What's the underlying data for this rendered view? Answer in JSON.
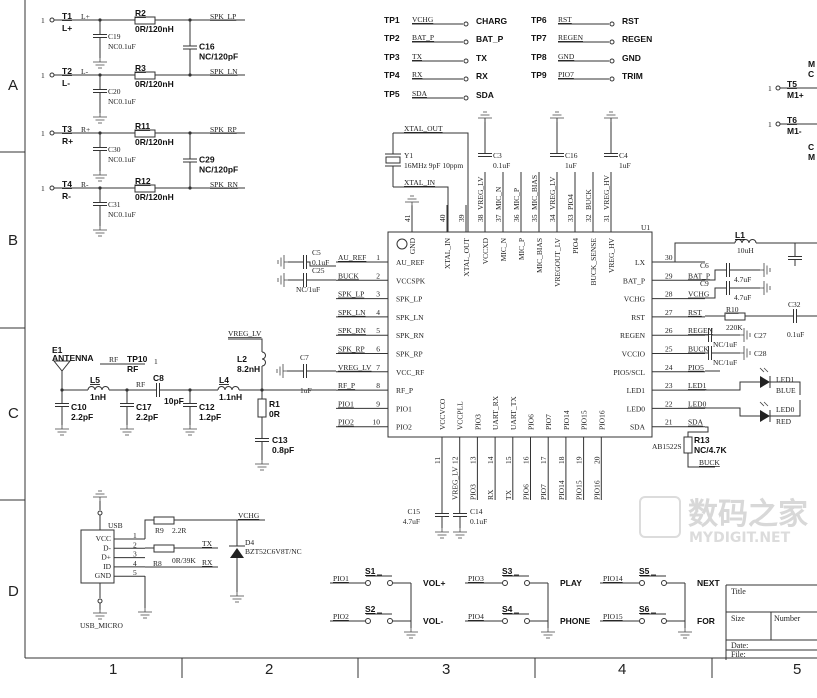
{
  "frame": {
    "rows": [
      "A",
      "B",
      "C",
      "D"
    ],
    "cols": [
      "1",
      "2",
      "3",
      "4",
      "5"
    ]
  },
  "speaker_outputs": [
    {
      "pin": "1",
      "tp": "T1",
      "label": "L+",
      "net": "L+",
      "res": "R2",
      "res_val": "0R/120nH",
      "out": "SPK_LP",
      "cap": "C19",
      "cap_val": "NC0.1uF"
    },
    {
      "pin": "1",
      "tp": "T2",
      "label": "L-",
      "net": "L-",
      "res": "R3",
      "res_val": "0R/120nH",
      "out": "SPK_LN",
      "cap": "C20",
      "cap_val": "NC0.1uF"
    },
    {
      "pin": "1",
      "tp": "T3",
      "label": "R+",
      "net": "R+",
      "res": "R11",
      "res_val": "0R/120nH",
      "out": "SPK_RP",
      "cap": "C30",
      "cap_val": "NC0.1uF"
    },
    {
      "pin": "1",
      "tp": "T4",
      "label": "R-",
      "net": "R-",
      "res": "R12",
      "res_val": "0R/120nH",
      "out": "SPK_RN",
      "cap": "C31",
      "cap_val": "NC0.1uF"
    }
  ],
  "speaker_caps": [
    {
      "ref": "C16",
      "val": "NC/120pF"
    },
    {
      "ref": "C29",
      "val": "NC/120pF"
    }
  ],
  "test_points": [
    {
      "ref": "TP1",
      "net": "VCHG",
      "label": "CHARG"
    },
    {
      "ref": "TP2",
      "net": "BAT_P",
      "label": "BAT_P"
    },
    {
      "ref": "TP3",
      "net": "TX",
      "label": "TX"
    },
    {
      "ref": "TP4",
      "net": "RX",
      "label": "RX"
    },
    {
      "ref": "TP5",
      "net": "SDA",
      "label": "SDA"
    },
    {
      "ref": "TP6",
      "net": "RST",
      "label": "RST"
    },
    {
      "ref": "TP7",
      "net": "REGEN",
      "label": "REGEN"
    },
    {
      "ref": "TP8",
      "net": "GND",
      "label": "GND"
    },
    {
      "ref": "TP9",
      "net": "PIO7",
      "label": "TRIM"
    }
  ],
  "motor_terms": [
    {
      "pin": "1",
      "ref": "T5",
      "label": "M1+"
    },
    {
      "pin": "1",
      "ref": "T6",
      "label": "M1-"
    }
  ],
  "clipped_labels": [
    "M",
    "C",
    "C",
    "M"
  ],
  "crystal": {
    "ref": "Y1",
    "val": "16MHz 9pF 10ppm",
    "net_out": "XTAL_OUT",
    "net_in": "XTAL_IN"
  },
  "top_caps": [
    {
      "ref": "C3",
      "val": "0.1uF"
    },
    {
      "ref": "C16",
      "val": "1uF"
    },
    {
      "ref": "C4",
      "val": "1uF"
    }
  ],
  "u1": {
    "ref": "U1",
    "part": "AB1522S",
    "left_pins": [
      {
        "num": "1",
        "net": "AU_REF",
        "name": "AU_REF"
      },
      {
        "num": "2",
        "net": "BUCK",
        "name": "VCCSPK"
      },
      {
        "num": "3",
        "net": "SPK_LP",
        "name": "SPK_LP"
      },
      {
        "num": "4",
        "net": "SPK_LN",
        "name": "SPK_LN"
      },
      {
        "num": "5",
        "net": "SPK_RN",
        "name": "SPK_RN"
      },
      {
        "num": "6",
        "net": "SPK_RP",
        "name": "SPK_RP"
      },
      {
        "num": "7",
        "net": "VREG_LV",
        "name": "VCC_RF"
      },
      {
        "num": "8",
        "net": "RF_P",
        "name": "RF_P"
      },
      {
        "num": "9",
        "net": "PIO1",
        "name": "PIO1"
      },
      {
        "num": "10",
        "net": "PIO2",
        "name": "PIO2"
      }
    ],
    "right_pins": [
      {
        "num": "30",
        "net": "",
        "name": "LX"
      },
      {
        "num": "29",
        "net": "BAT_P",
        "name": "BAT_P"
      },
      {
        "num": "28",
        "net": "VCHG",
        "name": "VCHG"
      },
      {
        "num": "27",
        "net": "RST",
        "name": "RST"
      },
      {
        "num": "26",
        "net": "REGEN",
        "name": "REGEN"
      },
      {
        "num": "25",
        "net": "BUCK",
        "name": "VCCIO"
      },
      {
        "num": "24",
        "net": "PIO5",
        "name": "PIO5/SCL"
      },
      {
        "num": "23",
        "net": "LED1",
        "name": "LED1"
      },
      {
        "num": "22",
        "net": "LED0",
        "name": "LED0"
      },
      {
        "num": "21",
        "net": "SDA",
        "name": "SDA"
      }
    ],
    "top_pins": [
      {
        "num": "41",
        "net": "",
        "name": "GND"
      },
      {
        "num": "40",
        "net": "",
        "name": "XTAL_IN"
      },
      {
        "num": "39",
        "net": "",
        "name": "XTAL_OUT"
      },
      {
        "num": "38",
        "net": "VREG_LV",
        "name": "VCCXD"
      },
      {
        "num": "37",
        "net": "MIC_N",
        "name": "MIC_N"
      },
      {
        "num": "36",
        "net": "MIC_P",
        "name": "MIC_P"
      },
      {
        "num": "35",
        "net": "MIC_BIAS",
        "name": "MIC_BIAS"
      },
      {
        "num": "34",
        "net": "VREG_LV",
        "name": "VREGOUT_LV"
      },
      {
        "num": "33",
        "net": "PIO4",
        "name": "PIO4"
      },
      {
        "num": "32",
        "net": "BUCK",
        "name": "BUCK_SENSE"
      },
      {
        "num": "31",
        "net": "VREG_HV",
        "name": "VREG_HV"
      }
    ],
    "bottom_pins": [
      {
        "num": "11",
        "net": "",
        "name": "VCCVCO"
      },
      {
        "num": "12",
        "net": "VREG_LV",
        "name": "VCCPLL"
      },
      {
        "num": "13",
        "net": "PIO3",
        "name": "PIO3"
      },
      {
        "num": "14",
        "net": "RX",
        "name": "UART_RX"
      },
      {
        "num": "15",
        "net": "TX",
        "name": "UART_TX"
      },
      {
        "num": "16",
        "net": "PIO6",
        "name": "PIO6"
      },
      {
        "num": "17",
        "net": "PIO7",
        "name": "PIO7"
      },
      {
        "num": "18",
        "net": "PIO14",
        "name": "PIO14"
      },
      {
        "num": "19",
        "net": "PIO15",
        "name": "PIO15"
      },
      {
        "num": "20",
        "net": "PIO16",
        "name": "PIO16"
      }
    ]
  },
  "left_parts": {
    "c5": "C5",
    "c5_val": "0.1uF",
    "c25": "C25",
    "c25_val": "NC/1uF",
    "c7": "C7",
    "c7_val": "1uF",
    "vreg_lv": "VREG_LV",
    "l2": "L2",
    "l2_val": "8.2nH",
    "r1": "R1",
    "r1_val": "0R",
    "c13": "C13",
    "c13_val": "0.8pF"
  },
  "right_parts": {
    "l1": "L1",
    "l1_val": "10uH",
    "c6": "C6",
    "c6_val": "4.7uF",
    "c9": "C9",
    "c9_val": "4.7uF",
    "r10": "R10",
    "r10_val": "220K",
    "c32": "C32",
    "c32_val": "0.1uF",
    "c27": "C27",
    "c27_val": "NC/1uF",
    "c28": "C28",
    "c28_val": "NC/1uF",
    "led1": "LED1",
    "led1_color": "BLUE",
    "led0": "LED0",
    "led0_color": "RED",
    "r13": "R13",
    "r13_val": "NC/4.7K",
    "buck": "BUCK"
  },
  "rf": {
    "e1": "E1",
    "antenna": "ANTENNA",
    "net": "RF",
    "tp10": "TP10",
    "tp10_label": "RF",
    "tp10_pin": "1",
    "l5": "L5",
    "l5_val": "1nH",
    "c10": "C10",
    "c10_val": "2.2pF",
    "c17": "C17",
    "c17_val": "2.2pF",
    "c8": "C8",
    "c8_val": "10pF",
    "net2": "RF",
    "c12": "C12",
    "c12_val": "1.2pF",
    "l4": "L4",
    "l4_val": "1.1nH"
  },
  "bottom_caps": {
    "c15": "C15",
    "c15_val": "4.7uF",
    "c14": "C14",
    "c14_val": "0.1uF"
  },
  "usb": {
    "label": "USB",
    "part": "USB_MICRO",
    "pins": [
      "VCC",
      "D-",
      "D+",
      "ID",
      "GND"
    ],
    "nums": [
      "1",
      "2",
      "3",
      "4",
      "5"
    ],
    "r9": "R9",
    "r9_val": "2.2R",
    "r8": "R8",
    "r8_val": "0R/39K",
    "vchg": "VCHG",
    "tx": "TX",
    "rx": "RX",
    "d4": "D4",
    "d4_val": "BZT52C6V8T/NC"
  },
  "buttons": [
    {
      "ref": "S1",
      "net": "PIO1",
      "label": "VOL+"
    },
    {
      "ref": "S2",
      "net": "PIO2",
      "label": "VOL-"
    },
    {
      "ref": "S3",
      "net": "PIO3",
      "label": "PLAY"
    },
    {
      "ref": "S4",
      "net": "PIO4",
      "label": "PHONE"
    },
    {
      "ref": "S5",
      "net": "PIO14",
      "label": "NEXT"
    },
    {
      "ref": "S6",
      "net": "PIO15",
      "label": "FOR"
    }
  ],
  "title_block": {
    "title": "Title",
    "size": "Size",
    "number": "Number",
    "date": "Date:",
    "file": "File:"
  },
  "watermark": {
    "cn": "数码之家",
    "en": "MYDIGIT.NET"
  }
}
